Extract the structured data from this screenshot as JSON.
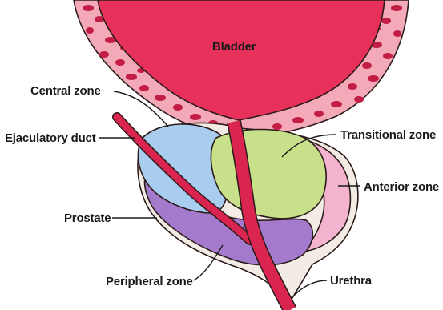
{
  "labels": {
    "bladder": "Bladder",
    "central_zone": "Central zone",
    "ejaculatory_duct": "Ejaculatory duct",
    "transitional_zone": "Transitional zone",
    "anterior_zone": "Anterior zone",
    "prostate": "Prostate",
    "peripheral_zone": "Peripheral zone",
    "urethra": "Urethra"
  },
  "colors": {
    "bladder": "#e8315a",
    "bladder_wall_cells": "#c21e45",
    "bladder_wall_tissue": "#f3a9b7",
    "central_zone": "#a9cdef",
    "transitional_zone": "#c9e08a",
    "anterior_zone": "#f4b3cf",
    "peripheral_zone": "#a47bcc",
    "prostate_capsule": "#f3ece4",
    "urethra": "#d9254f"
  }
}
